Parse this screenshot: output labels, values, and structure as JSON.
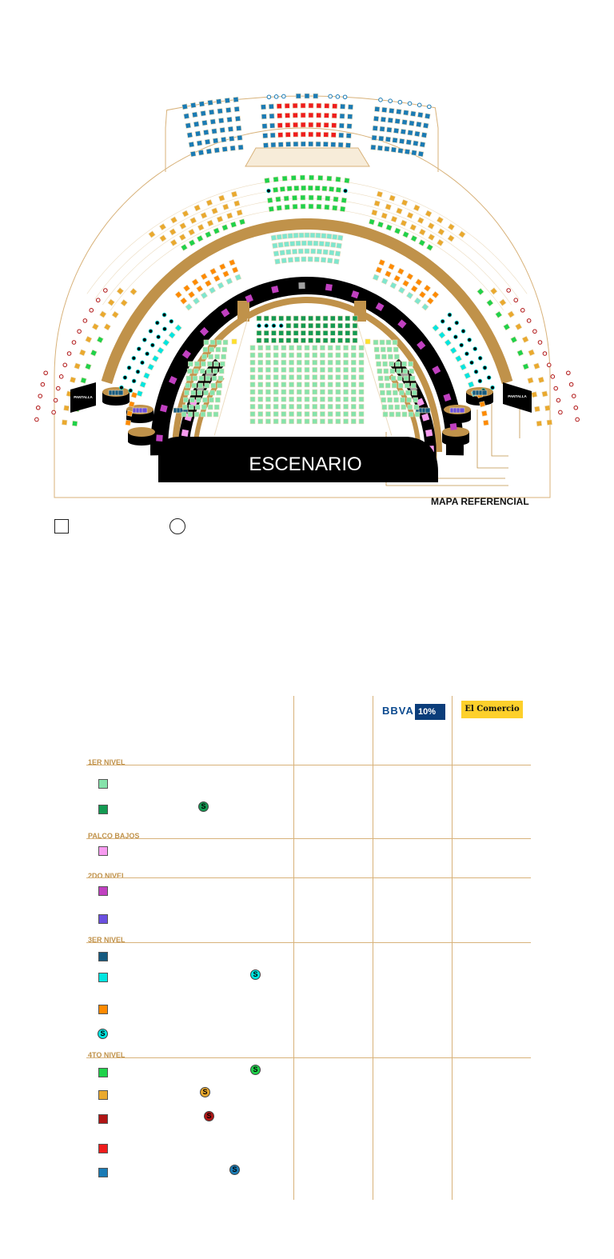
{
  "map": {
    "stage_label": "ESCENARIO",
    "screen_label_left": "PANTALLA",
    "screen_label_right": "PANTALLA",
    "reference_label": "MAPA REFERENCIAL"
  },
  "colors": {
    "gold": "#c0924a",
    "line": "#d8b27a",
    "light_green": "#86e3ab",
    "dark_green": "#139a52",
    "pink": "#f79bf0",
    "purple": "#c040c0",
    "violet": "#6a4fe0",
    "dark_blue": "#155a80",
    "cyan": "#00e5e0",
    "orange": "#ff8a00",
    "green": "#1fd24a",
    "amber": "#eaa92e",
    "dark_red": "#b01515",
    "red": "#ef1c1c",
    "blue": "#1a7bb5",
    "aqua": "#7fe6cf",
    "grey": "#a0a0a0"
  },
  "sponsors": {
    "bbva": "BBVA",
    "bbva_discount": "10%",
    "newspaper": "El Comercio"
  },
  "legend": {
    "s_symbol": "S",
    "sections": [
      {
        "title": "1ER NIVEL",
        "rows": [
          {
            "color": "#86e3ab"
          },
          {
            "color": "#139a52",
            "s": "#139a52"
          }
        ]
      },
      {
        "title": "PALCO BAJOS",
        "rows": [
          {
            "color": "#f79bf0"
          }
        ]
      },
      {
        "title": "2DO NIVEL",
        "rows": [
          {
            "color": "#c040c0"
          },
          {
            "color": "#6a4fe0"
          }
        ]
      },
      {
        "title": "3ER NIVEL",
        "rows": [
          {
            "color": "#155a80"
          },
          {
            "color": "#00e5e0",
            "s": "#00e5e0"
          },
          {
            "color": "#ff8a00"
          },
          {
            "s_only": "#00e5e0"
          }
        ]
      },
      {
        "title": "4TO NIVEL",
        "rows": [
          {
            "color": "#1fd24a",
            "s": "#1fd24a"
          },
          {
            "color": "#eaa92e",
            "s": "#eaa92e"
          },
          {
            "color": "#b01515",
            "s": "#b01515"
          },
          {
            "color": "#ef1c1c"
          },
          {
            "color": "#1a7bb5",
            "s": "#1a7bb5"
          }
        ]
      }
    ]
  }
}
